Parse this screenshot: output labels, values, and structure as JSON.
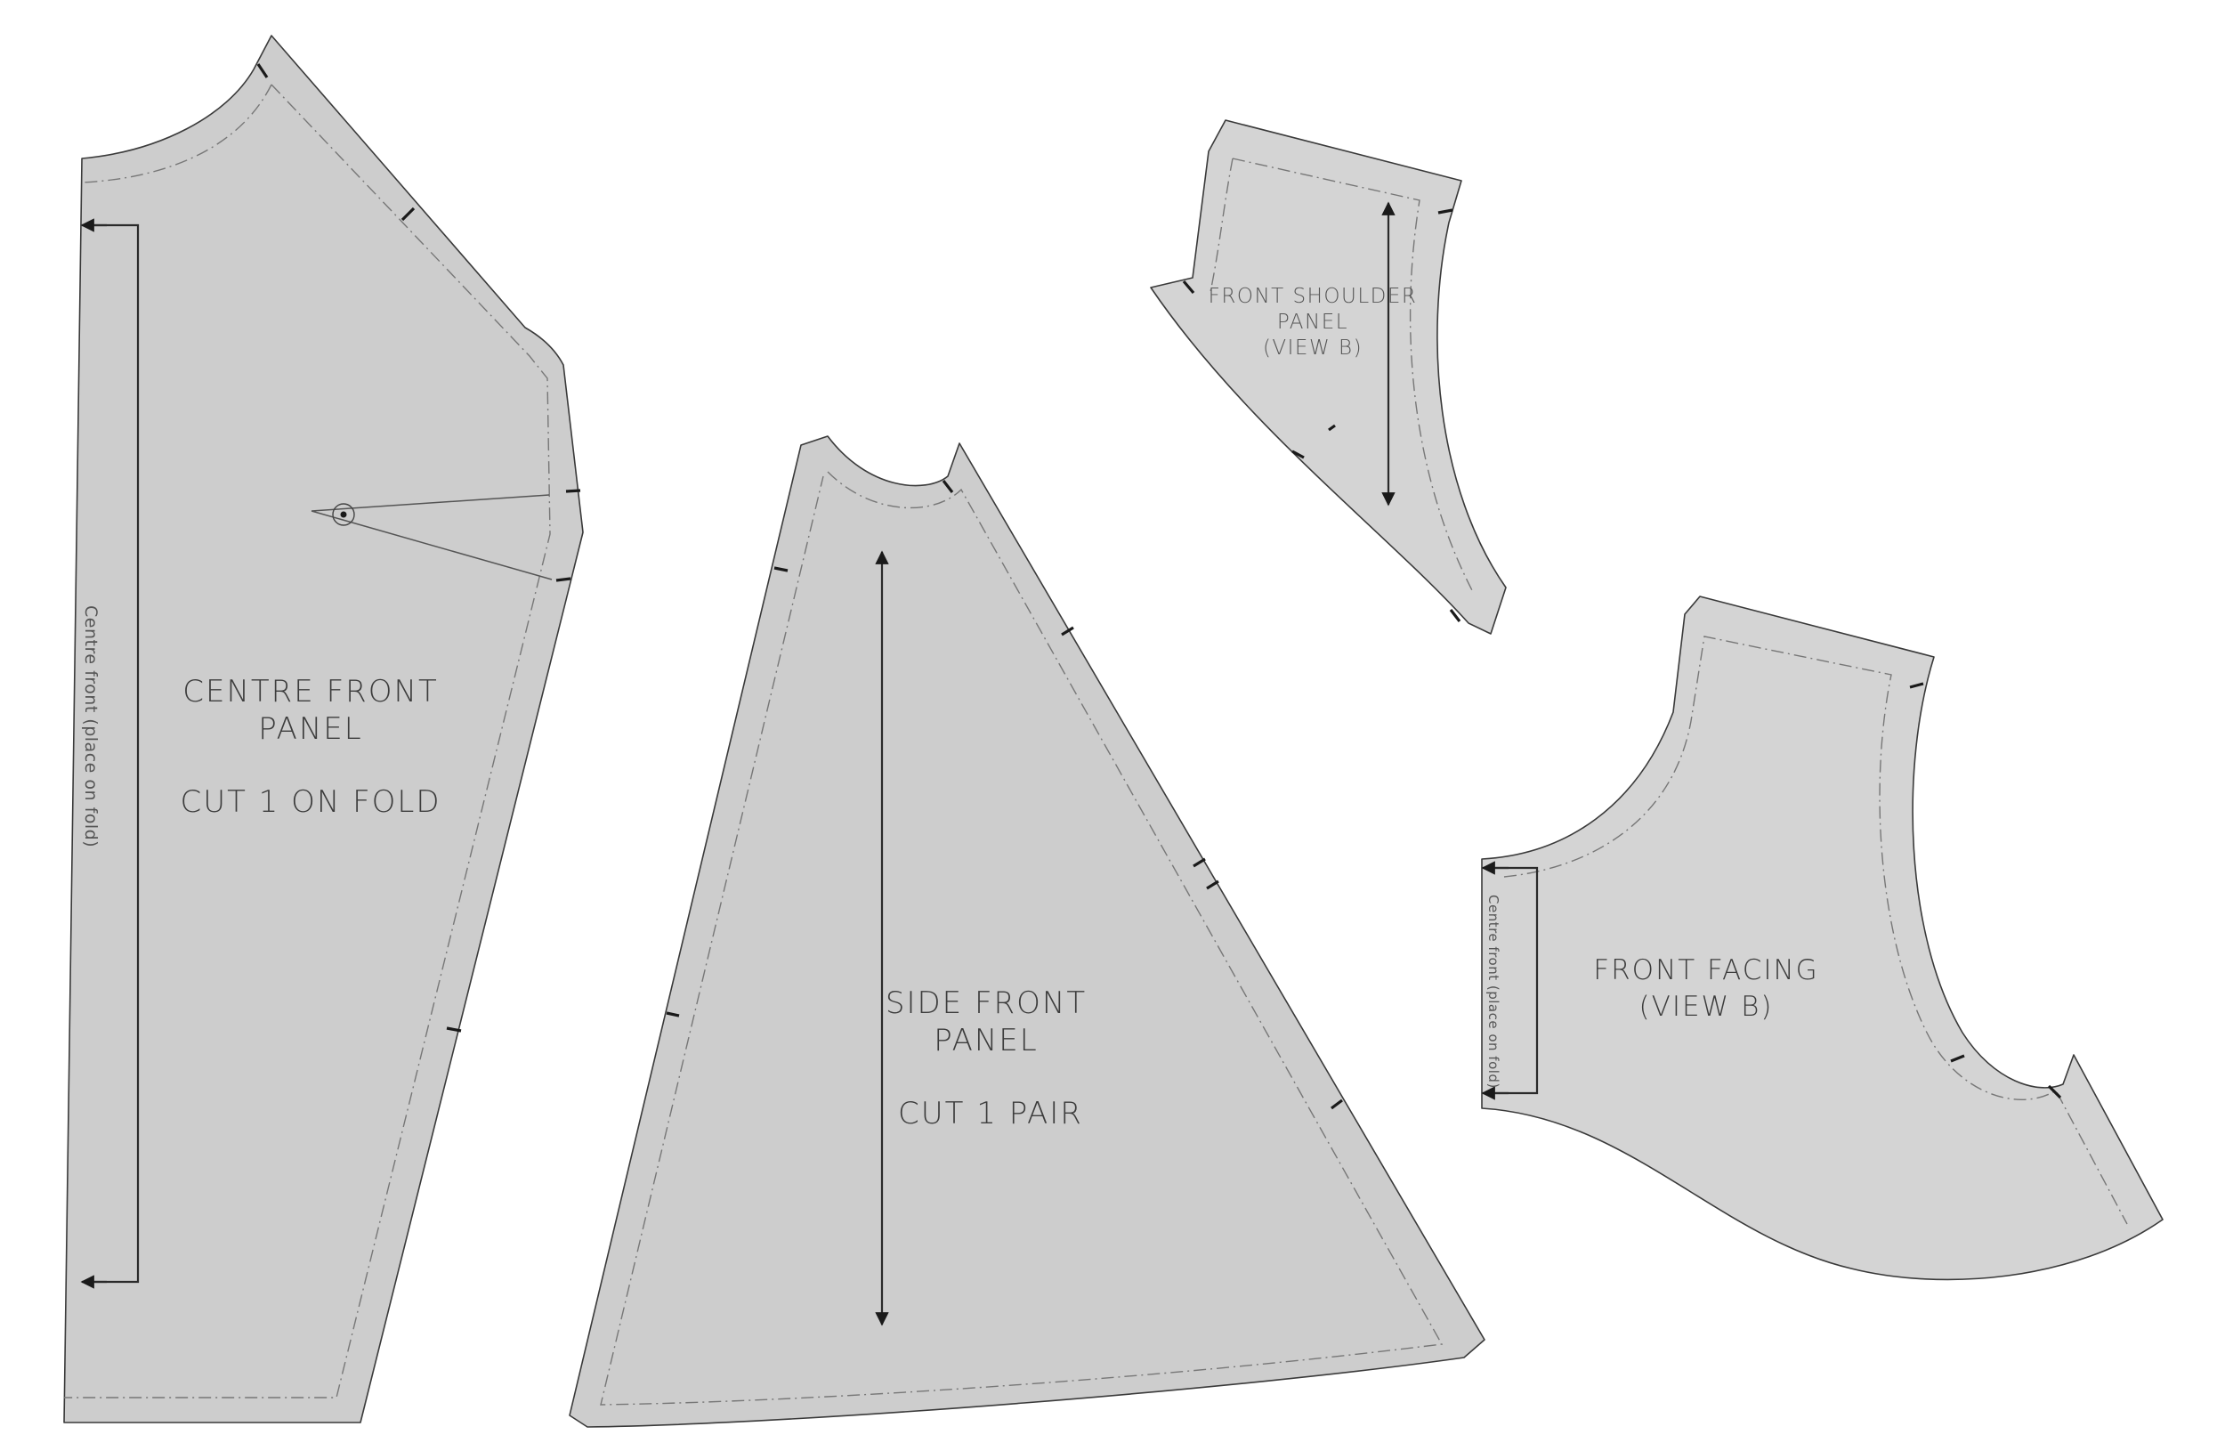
{
  "pieces": {
    "centre_front": {
      "title_line1": "CENTRE FRONT",
      "title_line2": "PANEL",
      "cut": "CUT 1 ON FOLD",
      "fold": "Centre front (place on fold)"
    },
    "side_front": {
      "title_line1": "SIDE FRONT",
      "title_line2": "PANEL",
      "cut": "CUT 1 PAIR"
    },
    "front_shoulder": {
      "title_line1": "FRONT SHOULDER",
      "title_line2": "PANEL",
      "title_line3": "(VIEW B)"
    },
    "front_facing": {
      "title_line1": "FRONT FACING",
      "title_line2": "(VIEW B)",
      "fold": "Centre front (place on fold)"
    }
  },
  "colors": {
    "paper": "#cdcdcd",
    "outline": "#3a3a3a",
    "notch": "#1a1a1a"
  }
}
